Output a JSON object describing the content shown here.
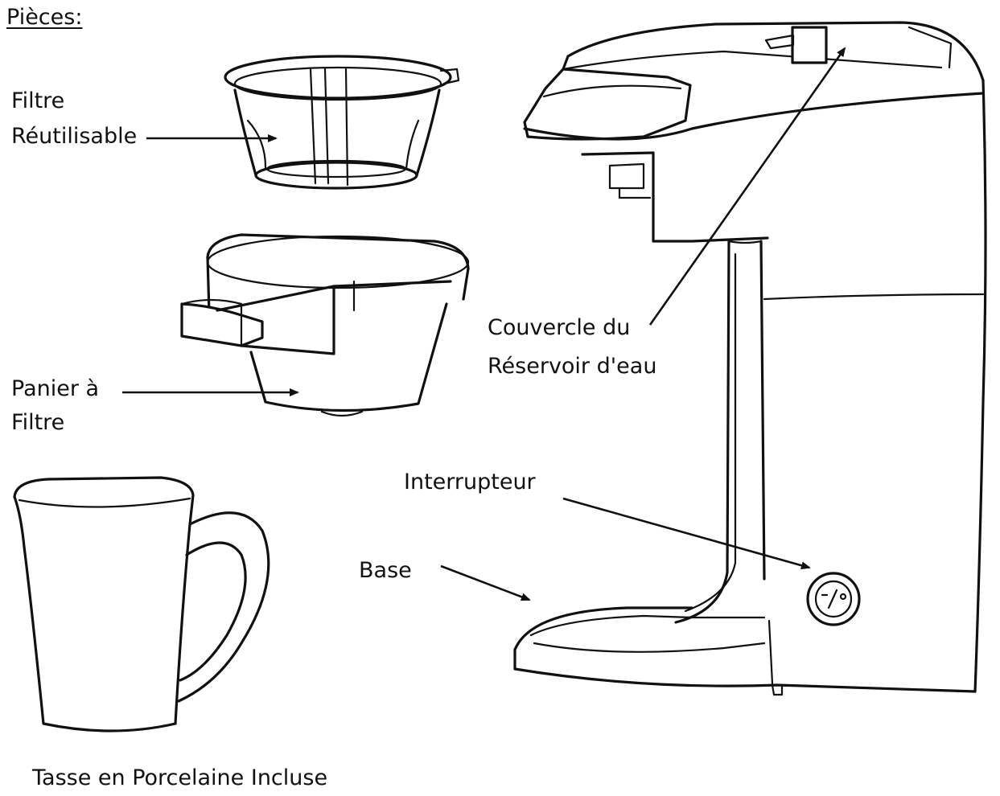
{
  "title": "Pièces:",
  "labels": {
    "filter_line1": "Filtre",
    "filter_line2": "Réutilisable",
    "basket_line1": "Panier à",
    "basket_line2": "Filtre",
    "mug": "Tasse en Porcelaine Incluse",
    "lid_line1": "Couvercle du",
    "lid_line2": "Réservoir d'eau",
    "switch": "Interrupteur",
    "base": "Base"
  },
  "colors": {
    "ink": "#111111",
    "background": "#ffffff"
  }
}
